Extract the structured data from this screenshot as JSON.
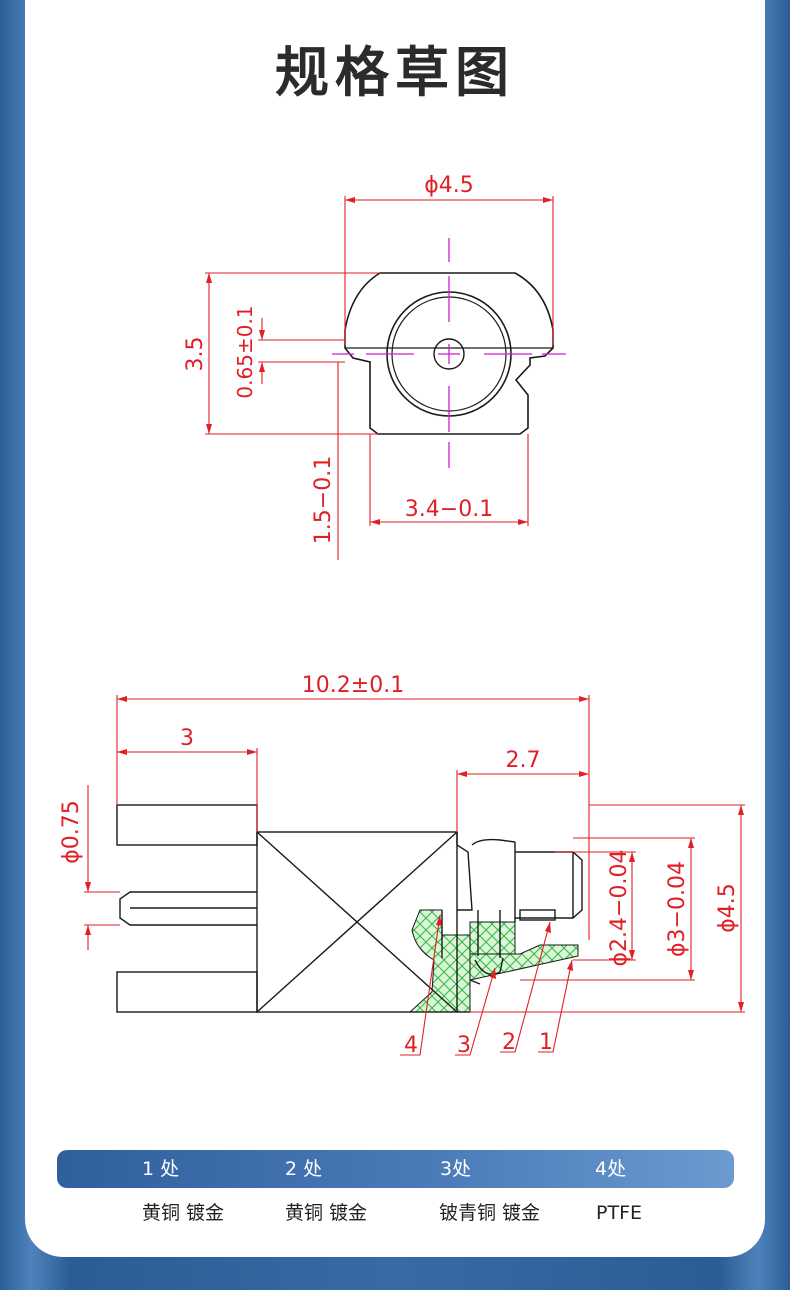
{
  "page": {
    "title": "规格草图"
  },
  "top_view": {
    "dims": {
      "d45": "ϕ4.5",
      "h35": "3.5",
      "t065": "0.65±0.1",
      "t15": "1.5−0.1",
      "w34": "3.4−0.1"
    }
  },
  "side_view": {
    "dims": {
      "len": "10.2±0.1",
      "pin_len": "3",
      "tip_len": "2.7",
      "pin_dia": "ϕ0.75",
      "d24": "ϕ2.4−0.04",
      "d3": "ϕ3−0.04",
      "d45": "ϕ4.5"
    },
    "callouts": [
      "4",
      "3",
      "2",
      "1"
    ]
  },
  "materials": {
    "headers": [
      "1 处",
      "2 处",
      "3处",
      "4处"
    ],
    "values": [
      "黄铜 镀金",
      "黄铜 镀金",
      "铍青铜 镀金",
      "PTFE"
    ]
  },
  "colors": {
    "dimension": "#e01f26",
    "centerline": "#d01fd0",
    "outline": "#1a1a1a",
    "hatch": "#37b34a",
    "hatch_fill": "#d9f7d4"
  }
}
